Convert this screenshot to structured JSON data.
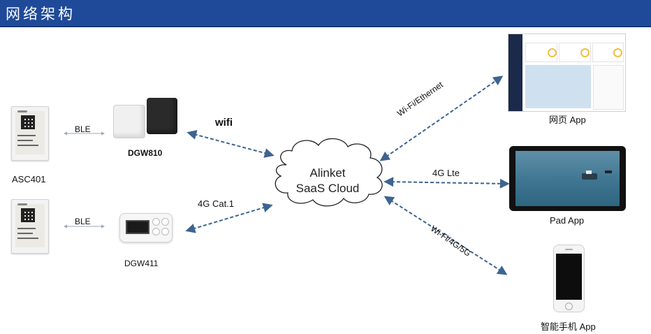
{
  "header": {
    "title": "网络架构"
  },
  "devices": {
    "asc401": "ASC401",
    "dgw810": "DGW810",
    "dgw411": "DGW411"
  },
  "links": {
    "ble_top": "BLE",
    "ble_bottom": "BLE",
    "wifi": "wifi",
    "cat1": "4G Cat.1",
    "wifi_ethernet": "Wi-Fi/Ethernet",
    "lte": "4G Lte",
    "wifi_4g_5g": "Wi-Fi/4G/5G"
  },
  "cloud": {
    "line1": "Alinket",
    "line2": "SaaS Cloud"
  },
  "apps": {
    "web": "网页 App",
    "pad": "Pad App",
    "phone": "智能手机 App"
  },
  "colors": {
    "header_bg": "#1f4a99",
    "arrow": "#3d6490"
  }
}
